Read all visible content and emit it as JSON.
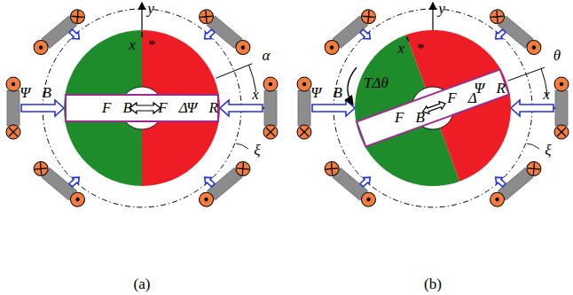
{
  "diagram": {
    "labels": [
      "y",
      "x⃗*",
      "α",
      "Ψ⃗B",
      "F⃗B",
      "F⃗Δ",
      "Ψ⃗R",
      "x",
      "ξ",
      "(a)",
      "y",
      "x⃗*",
      "θ",
      "Ψ⃗B",
      "TΔθ",
      "F⃗B",
      "F⃗Δ",
      "Ψ⃗R",
      "x",
      "ξ",
      "(b)"
    ]
  }
}
